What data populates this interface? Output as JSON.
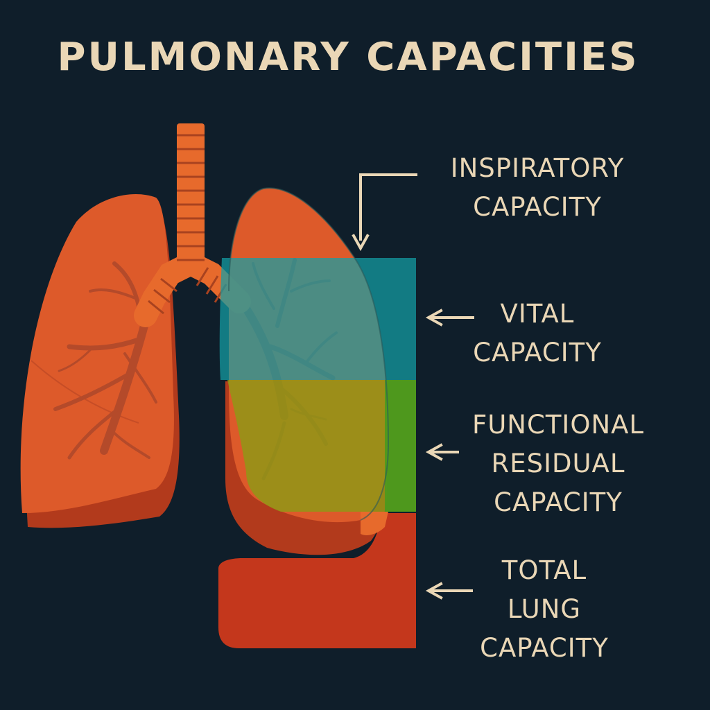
{
  "title": "PULMONARY CAPACITIES",
  "labels": {
    "inspiratory_capacity": [
      "INSPIRATORY",
      "CAPACITY"
    ],
    "vital_capacity": [
      "VITAL",
      "CAPACITY"
    ],
    "functional_residual_capacity": [
      "FUNCTIONAL",
      "RESIDUAL",
      "CAPACITY"
    ],
    "total_lung_capacity": [
      "TOTAL",
      "LUNG",
      "CAPACITY"
    ]
  },
  "colors": {
    "background": "#0f1e2a",
    "text": "#ead7b6",
    "lung": "#dd5a2a",
    "lung_shadow": "#b23a1c",
    "trachea": "#e76a2c",
    "bronchi": "#b44a2a",
    "inspiratory_band": "#13a0a6",
    "vital_band": "#8d9a16",
    "residual_band": "#c4371c",
    "arrow": "#ead7b6"
  },
  "icons": [
    "lungs-illustration",
    "trachea-illustration",
    "arrow-icon"
  ]
}
